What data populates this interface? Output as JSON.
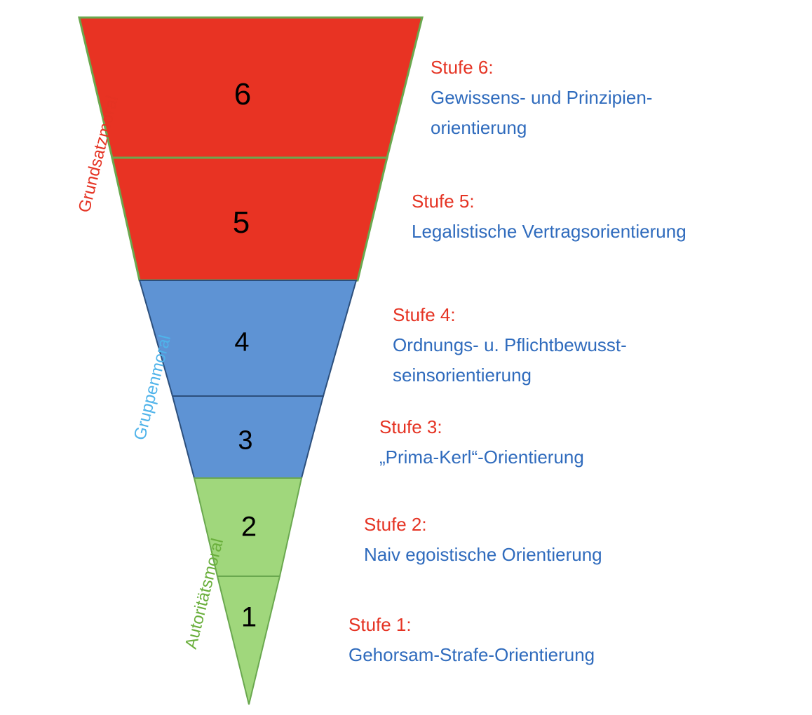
{
  "colors": {
    "red": "#e83323",
    "blue": "#5e93d4",
    "green": "#a0d77c"
  },
  "stages": [
    {
      "number": "6",
      "title": "Stufe 6:",
      "desc_lines": [
        "Gewissens- und Prinzipien-",
        "orientierung"
      ]
    },
    {
      "number": "5",
      "title": "Stufe 5:",
      "desc_lines": [
        "Legalistische Vertragsorientierung"
      ]
    },
    {
      "number": "4",
      "title": "Stufe 4:",
      "desc_lines": [
        "Ordnungs- u. Pflichtbewusst-",
        "seinsorientierung"
      ]
    },
    {
      "number": "3",
      "title": "Stufe 3:",
      "desc_lines": [
        "„Prima-Kerl“-Orientierung"
      ]
    },
    {
      "number": "2",
      "title": "Stufe 2:",
      "desc_lines": [
        "Naiv egoistische Orientierung"
      ]
    },
    {
      "number": "1",
      "title": "Stufe 1:",
      "desc_lines": [
        "Gehorsam-Strafe-Orientierung"
      ]
    }
  ],
  "levels": {
    "top": "Grundsatzmoral",
    "middle": "Gruppenmoral",
    "bottom": "Autoritätsmoral"
  }
}
